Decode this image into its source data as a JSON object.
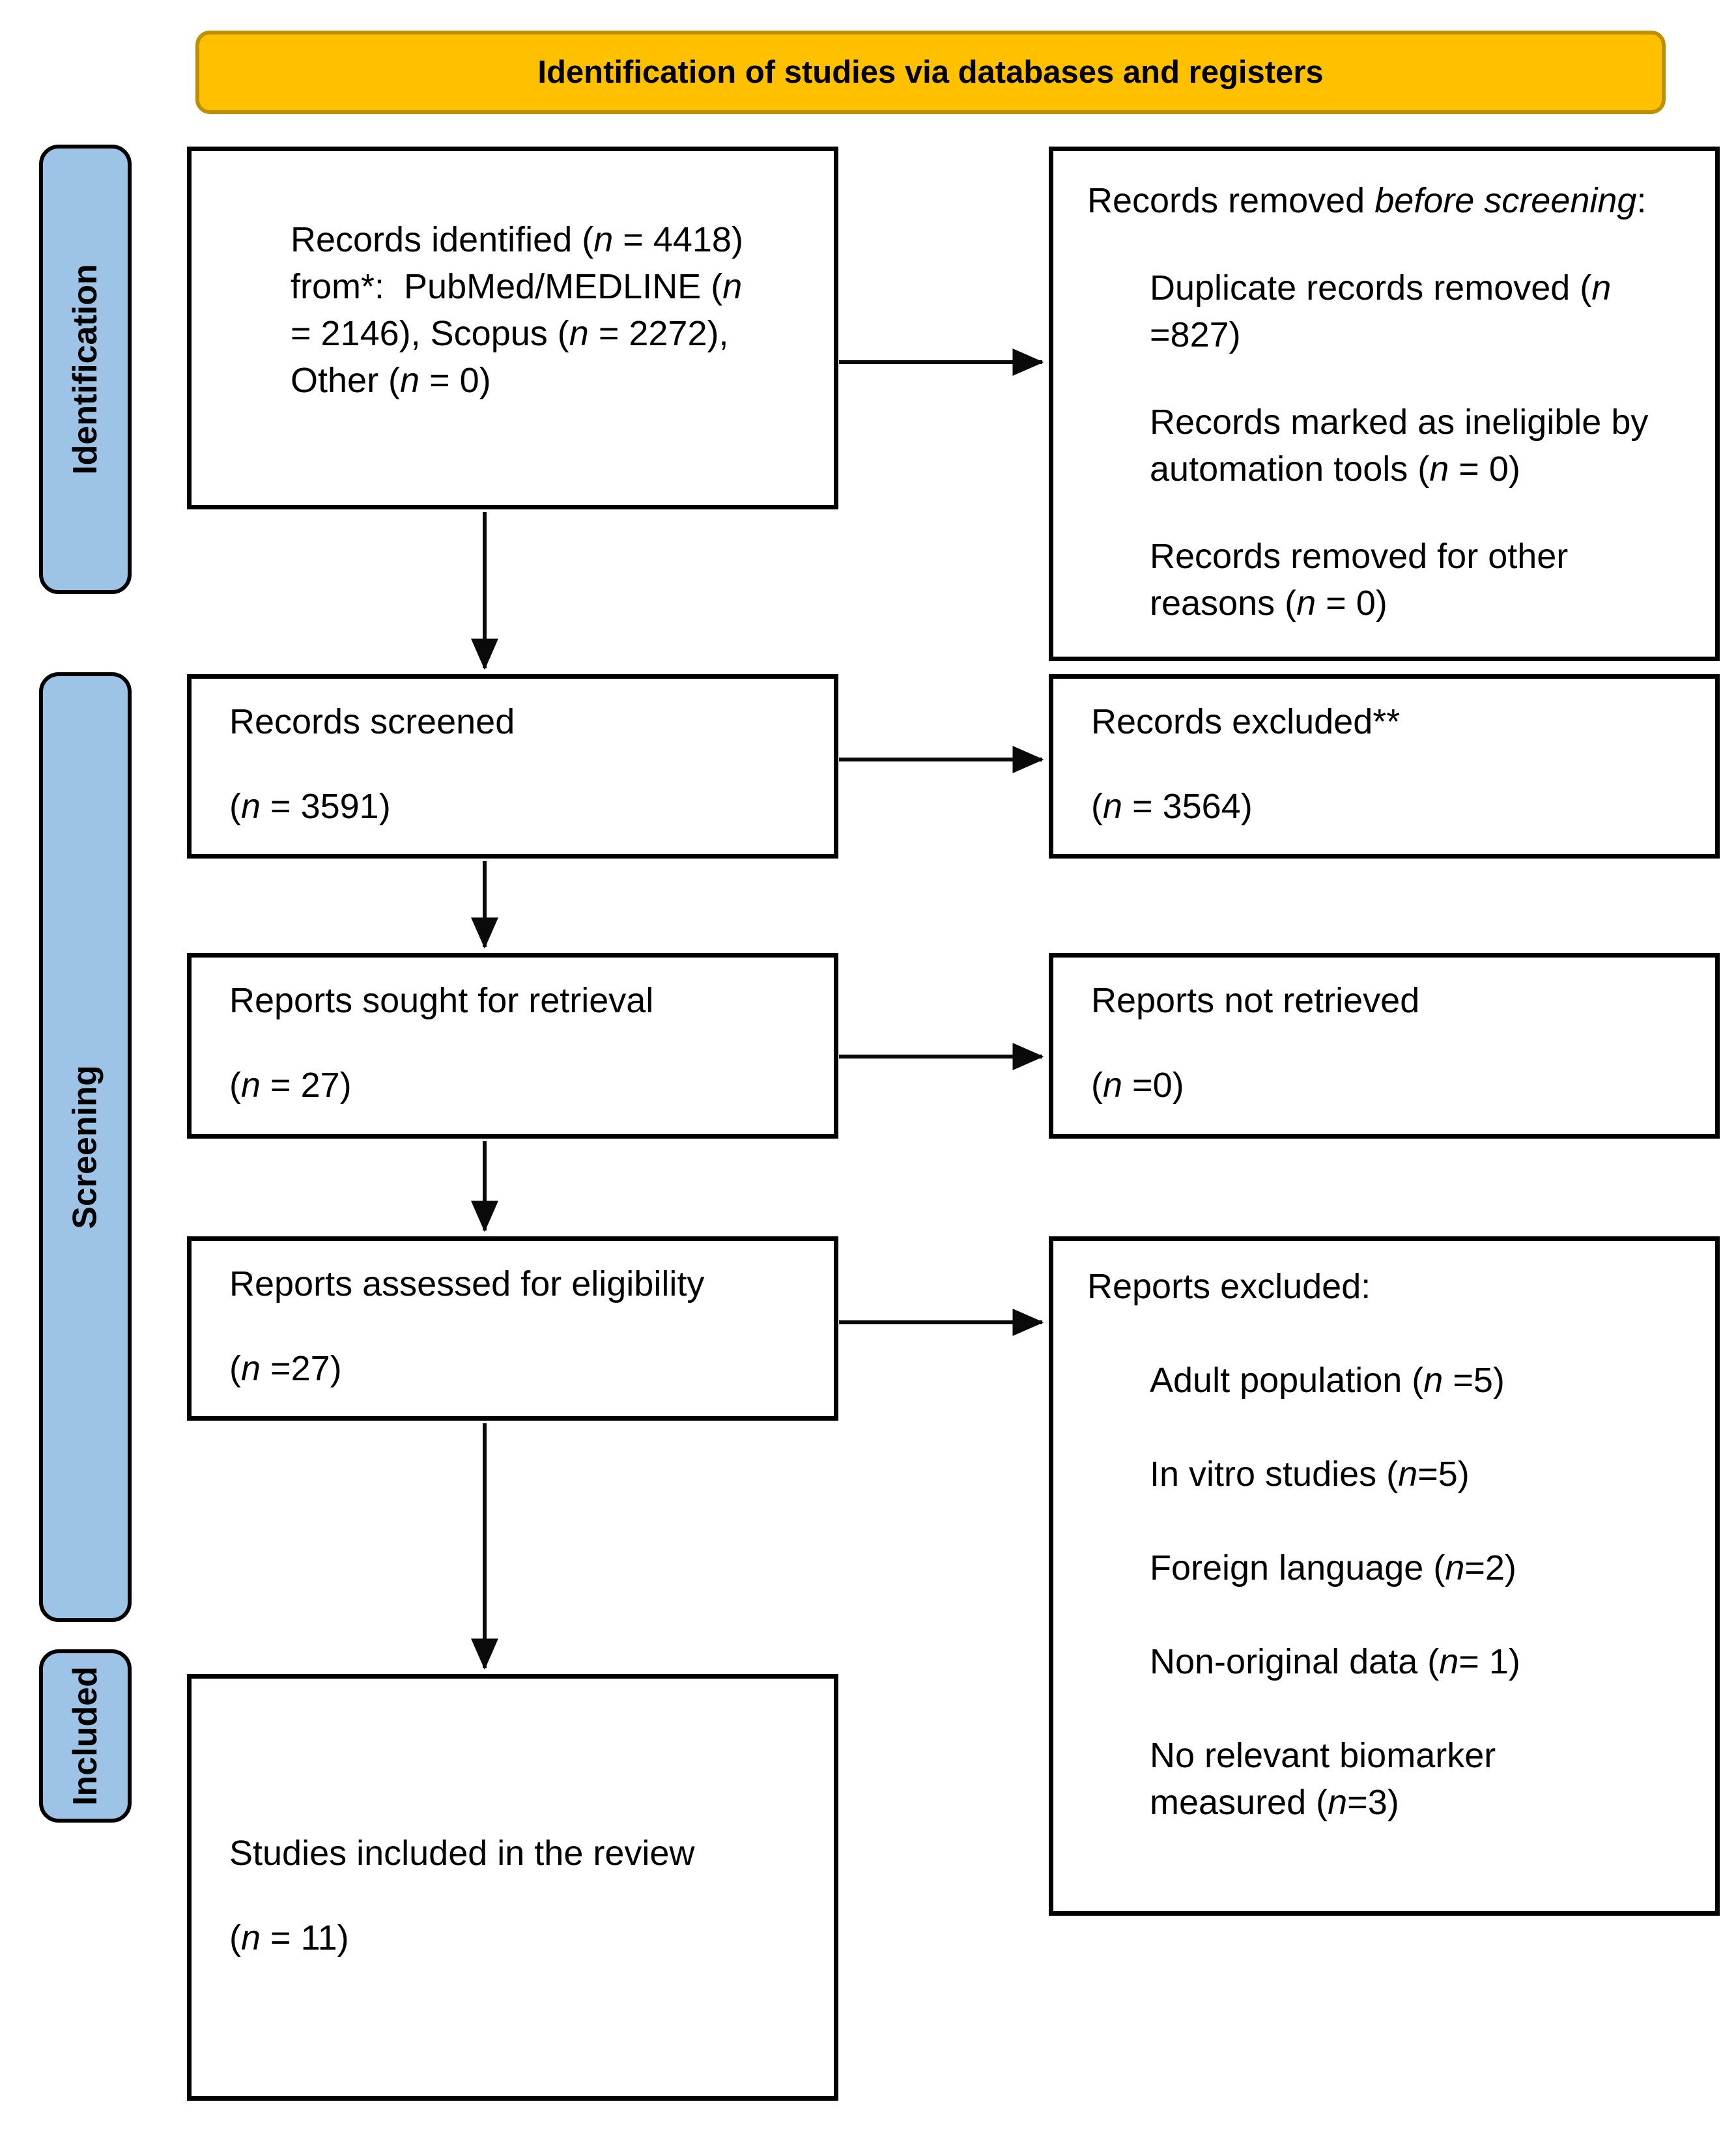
{
  "banner": {
    "title": "Identification of studies via databases and registers"
  },
  "stages": {
    "identification": "Identification",
    "screening": "Screening",
    "included": "Included"
  },
  "flow": {
    "records_identified": {
      "lines": [
        "Records identified (n = 4418)",
        "from*:  PubMed/MEDLINE (n",
        "= 2146), Scopus (n = 2272),",
        "Other (n = 0)"
      ]
    },
    "records_removed": {
      "heading_prefix": "Records removed ",
      "heading_italic": "before screening",
      "heading_suffix": ":",
      "items": [
        [
          "Duplicate records removed (n",
          "=827)"
        ],
        [
          "Records marked as ineligible by",
          "automation tools (n = 0)"
        ],
        [
          "Records removed for other",
          "reasons (n = 0)"
        ]
      ]
    },
    "records_screened": {
      "label": "Records screened",
      "count": "(n = 3591)"
    },
    "records_excluded": {
      "label": "Records excluded**",
      "count": "(n = 3564)"
    },
    "reports_sought": {
      "label": "Reports sought for retrieval",
      "count": "(n = 27)"
    },
    "reports_not_retrieved": {
      "label": "Reports not retrieved",
      "count": "(n =0)"
    },
    "reports_assessed": {
      "label": "Reports assessed for eligibility",
      "count": "(n =27)"
    },
    "reports_excluded": {
      "heading": "Reports excluded:",
      "items": [
        [
          "Adult population (n =5)"
        ],
        [
          "In vitro studies (n=5)"
        ],
        [
          "Foreign language (n=2)"
        ],
        [
          "Non-original data (n= 1)"
        ],
        [
          "No relevant biomarker",
          "measured (n=3)"
        ]
      ]
    },
    "studies_included": {
      "label": "Studies included in the review",
      "count": "(n = 11)"
    }
  },
  "colors": {
    "banner_fill": "#FFC000",
    "banner_border": "#BF8F00",
    "stage_fill": "#9DC3E6",
    "stage_border": "#000000",
    "box_fill": "#FFFFFF",
    "box_border": "#000000",
    "arrow": "#0A0A0A"
  }
}
